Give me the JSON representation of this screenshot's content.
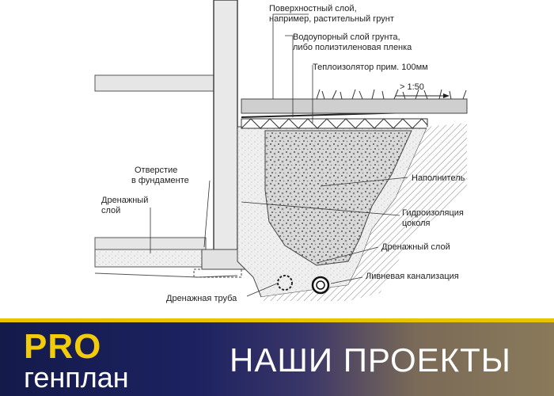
{
  "labels": {
    "surface": [
      "Поверхностный слой,",
      "например, растительный грунт"
    ],
    "waterproof": [
      "Водоупорный слой грунта,",
      "либо полиэтиленовая пленка"
    ],
    "insulation": "Теплоизолятор прим. 100мм",
    "slope": "> 1:50",
    "hole": [
      "Отверстие",
      "в фундаменте"
    ],
    "drainage_left": [
      "Дренажный",
      "слой"
    ],
    "filler": "Наполнитель",
    "plinth_waterproofing": [
      "Гидроизоляция",
      "цоколя"
    ],
    "drainage_right": "Дренажный слой",
    "storm_sewer": "Ливневая канализация",
    "drain_pipe": "Дренажная труба"
  },
  "banner": {
    "brand_pro": "PRO",
    "brand_name": "генплан",
    "title": "НАШИ ПРОЕКТЫ"
  },
  "colors": {
    "accent": "#f2cc0a",
    "banner_dark": "#141a4a"
  }
}
